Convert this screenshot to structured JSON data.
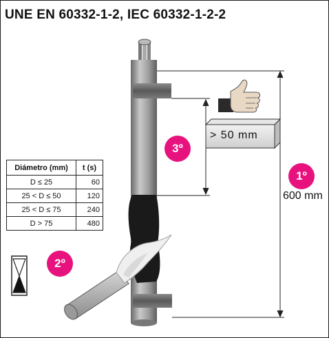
{
  "title": "UNE EN 60332-1-2, IEC 60332-1-2-2",
  "steps": {
    "step1": "1º",
    "step2": "2º",
    "step3": "3º"
  },
  "cable_length": "600 mm",
  "flame_distance": "> 50 mm",
  "table": {
    "headers": [
      "Diámetro (mm)",
      "t (s)"
    ],
    "rows": [
      {
        "diameter": "D ≤ 25",
        "time": "60"
      },
      {
        "diameter": "25 < D ≤ 50",
        "time": "120"
      },
      {
        "diameter": "25 < D ≤ 75",
        "time": "240"
      },
      {
        "diameter": "D > 75",
        "time": "480"
      }
    ]
  },
  "colors": {
    "badge": "#e8127e",
    "clamp": "#6f6f6f",
    "cable": "#9a9a9a",
    "burner": "#a8a8a8"
  },
  "icons": {
    "timer": "hourglass-icon",
    "approval": "thumbs-up-icon"
  }
}
